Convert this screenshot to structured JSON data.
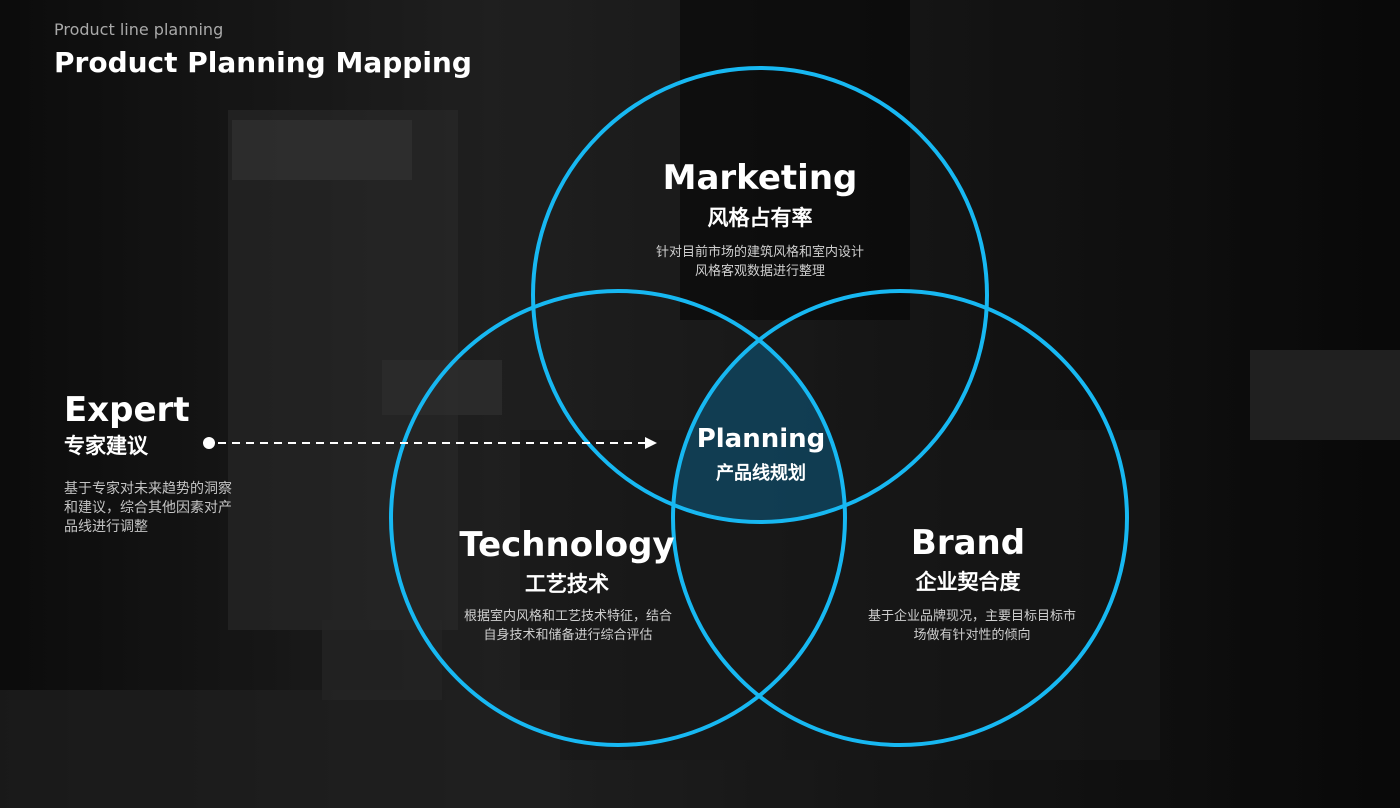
{
  "header": {
    "subtitle": "Product line planning",
    "title": "Product Planning Mapping"
  },
  "expert": {
    "title": "Expert",
    "subtitle": "专家建议",
    "description_lines": [
      "基于专家对未来趋势的洞察",
      "和建议，综合其他因素对产",
      "品线进行调整"
    ]
  },
  "marketing": {
    "title": "Marketing",
    "subtitle": "风格占有率",
    "description_lines": [
      "针对目前市场的建筑风格和室内设计",
      "风格客观数据进行整理"
    ]
  },
  "technology": {
    "title": "Technology",
    "subtitle": "工艺技术",
    "description_lines": [
      "根据室内风格和工艺技术特征，结合",
      "自身技术和储备进行综合评估"
    ]
  },
  "brand": {
    "title": "Brand",
    "subtitle": "企业契合度",
    "description_lines": [
      "基于企业品牌现况，主要目标目标市",
      "场做有针对性的倾向"
    ]
  },
  "planning": {
    "title": "Planning",
    "subtitle": "产品线规划"
  },
  "colors": {
    "circle_stroke": "#17b8f2",
    "intersection_fill": "#0f4a66",
    "background": "#141414"
  }
}
